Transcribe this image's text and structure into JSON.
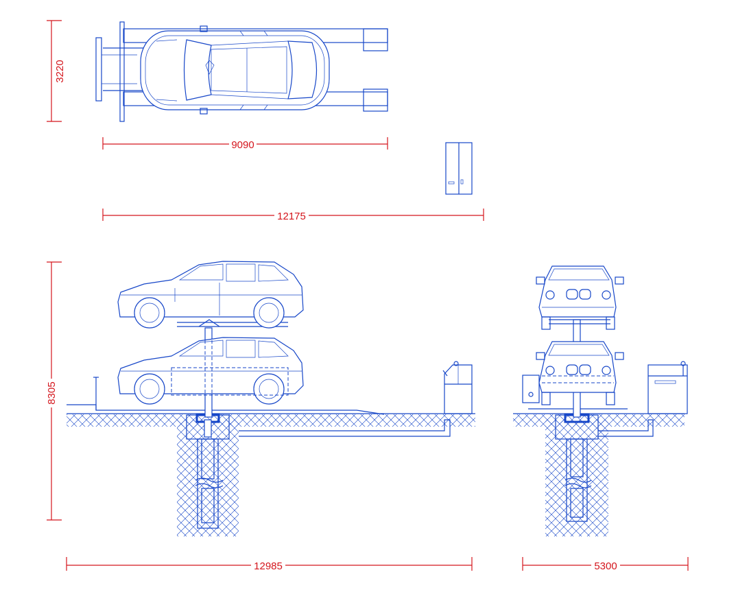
{
  "dimensions": {
    "top_width": "3220",
    "top_length": "9090",
    "top_total_length": "12175",
    "side_height": "8305",
    "side_length": "12985",
    "front_width": "5300"
  },
  "colors": {
    "line": "#1646c8",
    "dimension": "#d4151c",
    "background": "#ffffff"
  }
}
